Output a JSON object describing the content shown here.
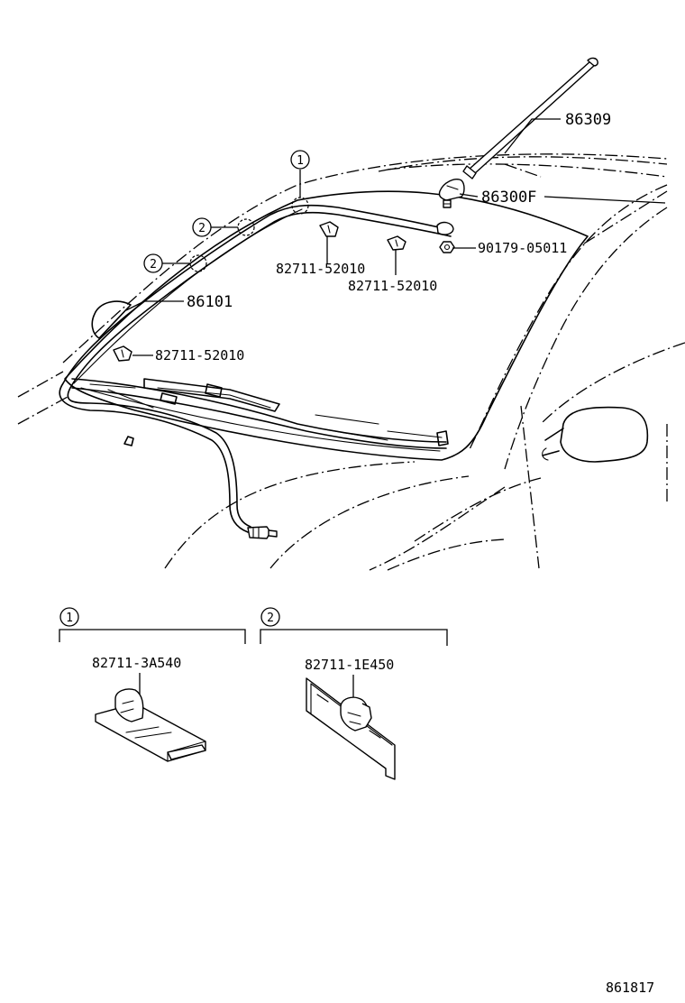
{
  "parts": {
    "rod_antenna": "86309",
    "antenna_base": "86300F",
    "nut": "90179-05011",
    "clip_roof_center": "82711-52010",
    "clip_roof_right": "82711-52010",
    "cord": "86101",
    "clip_pillar": "82711-52010"
  },
  "callouts": {
    "c1": "1",
    "c2a": "2",
    "c2b": "2"
  },
  "details": [
    {
      "number": "1",
      "part": "82711-3A540"
    },
    {
      "number": "2",
      "part": "82711-1E450"
    }
  ],
  "diagram_id": "861817"
}
